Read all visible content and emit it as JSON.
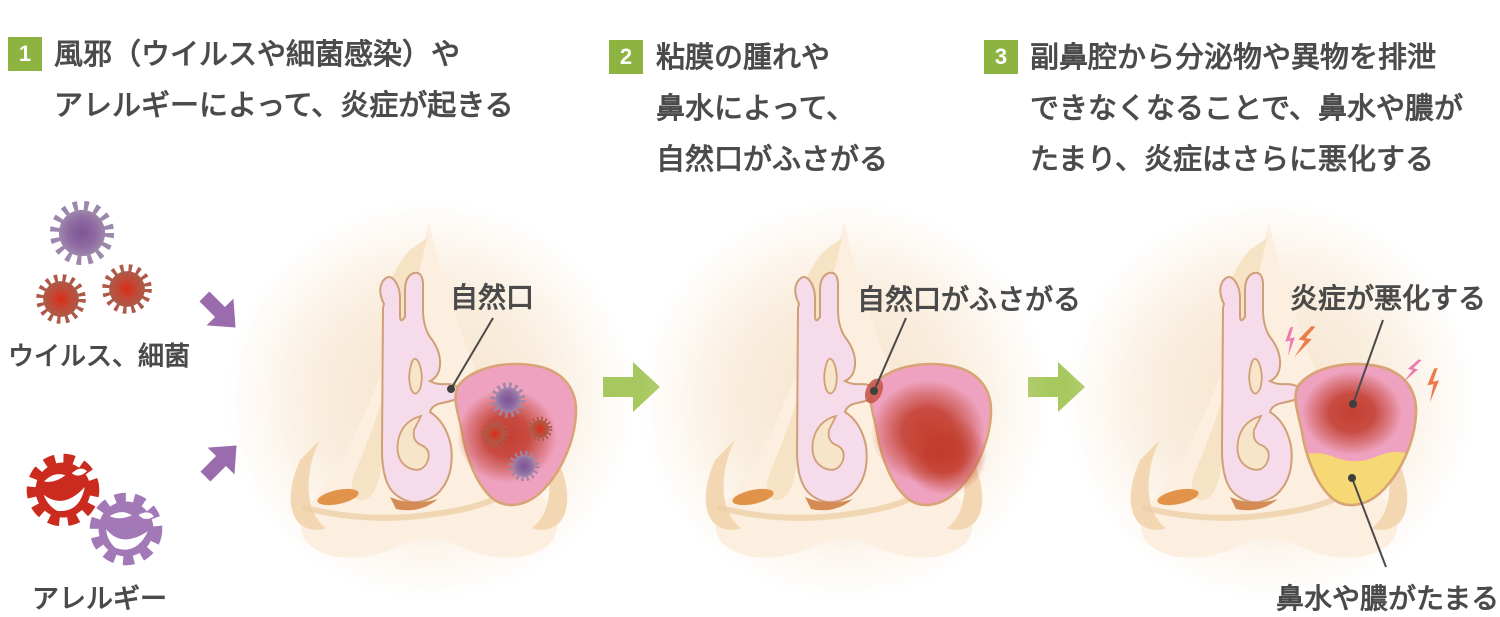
{
  "steps": [
    {
      "number": "1",
      "lines": [
        "風邪（ウイルスや細菌感染）や",
        "アレルギーによって、炎症が起きる",
        ""
      ]
    },
    {
      "number": "2",
      "lines": [
        "粘膜の腫れや",
        "鼻水によって、",
        "自然口がふさがる"
      ]
    },
    {
      "number": "3",
      "lines": [
        "副鼻腔から分泌物や異物を排泄",
        "できなくなることで、鼻水や膿が",
        "たまり、炎症はさらに悪化する"
      ]
    }
  ],
  "diagram_labels": {
    "virus_bacteria": "ウイルス、細菌",
    "allergy": "アレルギー",
    "natural_ostium": "自然口",
    "ostium_blocked": "自然口がふさがる",
    "inflammation_worsens": "炎症が悪化する",
    "mucus_pus_accumulates": "鼻水や膿がたまる"
  },
  "icons": {
    "virus-icon": "spiky starburst germ",
    "allergen-icon": "spiky blob with grinning face",
    "arrow-right-icon": "green stage-transition arrow",
    "arrow-down-right-icon": "purple arrow toward nose",
    "arrow-up-right-icon": "purple arrow toward nose",
    "lightning-icon": "pain flash",
    "step-badge": "green numbered square",
    "callout-dot": "label pointer dot"
  },
  "colors": {
    "badge_green": "#8DB441",
    "arrow_green": "#A7C85F",
    "arrow_purple": "#9A6CAE",
    "text_dark": "#4B4B4B",
    "nose_peach": "#FCEFDF",
    "cavity_pink": "#F6DCEA",
    "sinus_pink": "#EEA2BF",
    "inflammation_red": "#C23C2C",
    "pus_yellow": "#F6D875",
    "virus_purple": "#8A5F9E",
    "virus_red": "#C02A1C",
    "allergen_red": "#CB2A1F",
    "allergen_purple": "#A279B6",
    "bolt_pink": "#EE7BB0",
    "bolt_orange": "#EC7A4B",
    "outline_tan": "#CF9F78"
  }
}
